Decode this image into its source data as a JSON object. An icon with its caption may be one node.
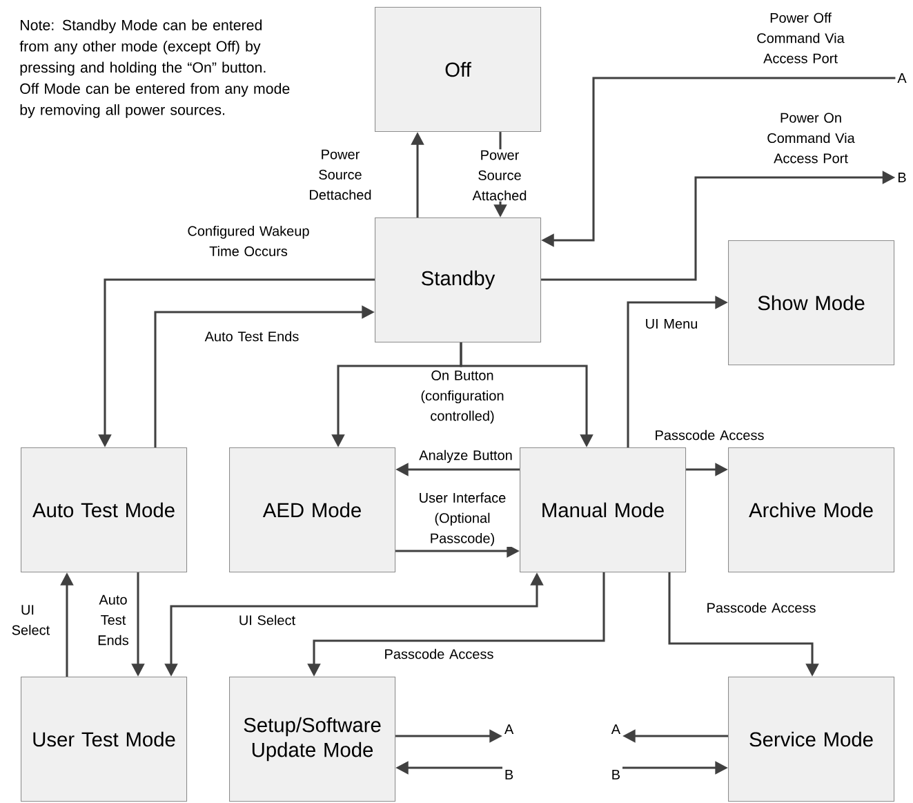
{
  "diagram": {
    "nodes": [
      {
        "text": [
          "Off"
        ]
      },
      {
        "text": [
          "Standby"
        ]
      },
      {
        "text": [
          "Show Mode"
        ]
      },
      {
        "text": [
          "Auto Test Mode"
        ]
      },
      {
        "text": [
          "AED Mode"
        ]
      },
      {
        "text": [
          "Manual Mode"
        ]
      },
      {
        "text": [
          "Archive Mode"
        ]
      },
      {
        "text": [
          "User Test Mode"
        ]
      },
      {
        "text": [
          "Setup/Software Update Mode"
        ]
      },
      {
        "text": [
          "Service Mode"
        ]
      },
      {
        "text": [
          "A"
        ]
      },
      {
        "text": [
          "B"
        ]
      },
      {
        "text": [
          "A"
        ]
      },
      {
        "text": [
          "B"
        ]
      },
      {
        "text": [
          "A"
        ]
      },
      {
        "text": [
          "B"
        ]
      }
    ],
    "edges": [
      {
        "from": 1,
        "to": 0,
        "arrow": "to",
        "label": "Power Source Dettached"
      },
      {
        "from": 0,
        "to": 1,
        "arrow": "to",
        "label": "Power Source Attached"
      },
      {
        "from": 10,
        "to": 1,
        "arrow": "to",
        "label": "Power Off Command Via Access Port"
      },
      {
        "from": 1,
        "to": 11,
        "arrow": "to",
        "label": "Power On Command Via Access Port"
      },
      {
        "from": 1,
        "to": 3,
        "arrow": "to",
        "label": "Configured Wakeup Time Occurs"
      },
      {
        "from": 3,
        "to": 1,
        "arrow": "to",
        "label": "Auto Test Ends"
      },
      {
        "from": 1,
        "to": 4,
        "arrow": "to",
        "label": "On Button (configuration controlled)"
      },
      {
        "from": 1,
        "to": 5,
        "arrow": "to"
      },
      {
        "from": 5,
        "to": 4,
        "arrow": "to",
        "label": "Analyze Button"
      },
      {
        "from": 4,
        "to": 5,
        "arrow": "to",
        "label": "User Interface (Optional Passcode)"
      },
      {
        "from": 5,
        "to": 2,
        "arrow": "to",
        "label": "UI Menu"
      },
      {
        "from": 5,
        "to": 6,
        "arrow": "to",
        "label": "Passcode Access"
      },
      {
        "from": 5,
        "to": 8,
        "arrow": "to",
        "label": "Passcode Access"
      },
      {
        "from": 5,
        "to": 9,
        "arrow": "to",
        "label": "Passcode Access"
      },
      {
        "from": 7,
        "to": 5,
        "arrow": "both",
        "label": "UI Select"
      },
      {
        "from": 3,
        "to": 7,
        "arrow": "to",
        "label": "Auto Test Ends"
      },
      {
        "from": 7,
        "to": 3,
        "arrow": "to",
        "label": "UI Select"
      },
      {
        "from": 8,
        "to": 12,
        "arrow": "to"
      },
      {
        "from": 13,
        "to": 8,
        "arrow": "to"
      },
      {
        "from": 9,
        "to": 14,
        "arrow": "to"
      },
      {
        "from": 15,
        "to": 9,
        "arrow": "to"
      }
    ],
    "labels": [
      "Note:  Standby Mode can be entered from any other mode (except Off) by pressing and holding the “On” button. Off Mode can be entered from any mode by removing all power sources."
    ]
  }
}
